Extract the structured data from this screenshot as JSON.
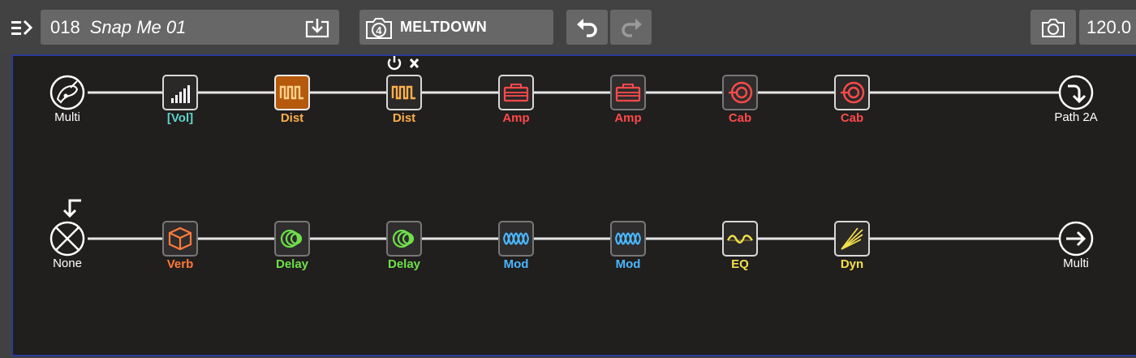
{
  "toolbar": {
    "preset_number": "018",
    "preset_name": "Snap Me 01",
    "snapshot_number": "4",
    "snapshot_name": "MELTDOWN",
    "tempo": "120.0"
  },
  "path_a": {
    "input_label": "Multi",
    "output_label": "Path 2A",
    "blocks": [
      {
        "label": "[Vol]",
        "icon": "volume-pedal-icon",
        "color": "#5fd4c9",
        "state": "on"
      },
      {
        "label": "Dist",
        "icon": "distortion-icon",
        "color": "#ffb04a",
        "state": "selected"
      },
      {
        "label": "Dist",
        "icon": "distortion-icon",
        "color": "#ffb04a",
        "state": "on"
      },
      {
        "label": "Amp",
        "icon": "amp-icon",
        "color": "#ff4a4a",
        "state": "on"
      },
      {
        "label": "Amp",
        "icon": "amp-icon",
        "color": "#ff4a4a",
        "state": "bypassed"
      },
      {
        "label": "Cab",
        "icon": "cab-speaker-icon",
        "color": "#ff4a4a",
        "state": "bypassed"
      },
      {
        "label": "Cab",
        "icon": "cab-speaker-icon",
        "color": "#ff4a4a",
        "state": "on"
      }
    ]
  },
  "path_b": {
    "input_label": "None",
    "output_label": "Multi",
    "blocks": [
      {
        "label": "Verb",
        "icon": "reverb-icon",
        "color": "#ff7a3a",
        "state": "bypassed"
      },
      {
        "label": "Delay",
        "icon": "delay-icon",
        "color": "#6ee04a",
        "state": "bypassed"
      },
      {
        "label": "Delay",
        "icon": "delay-icon",
        "color": "#6ee04a",
        "state": "bypassed"
      },
      {
        "label": "Mod",
        "icon": "modulation-icon",
        "color": "#4ab8ff",
        "state": "bypassed"
      },
      {
        "label": "Mod",
        "icon": "modulation-icon",
        "color": "#4ab8ff",
        "state": "bypassed"
      },
      {
        "label": "EQ",
        "icon": "eq-icon",
        "color": "#f2e04a",
        "state": "on"
      },
      {
        "label": "Dyn",
        "icon": "dynamics-icon",
        "color": "#f2e04a",
        "state": "on"
      }
    ]
  }
}
